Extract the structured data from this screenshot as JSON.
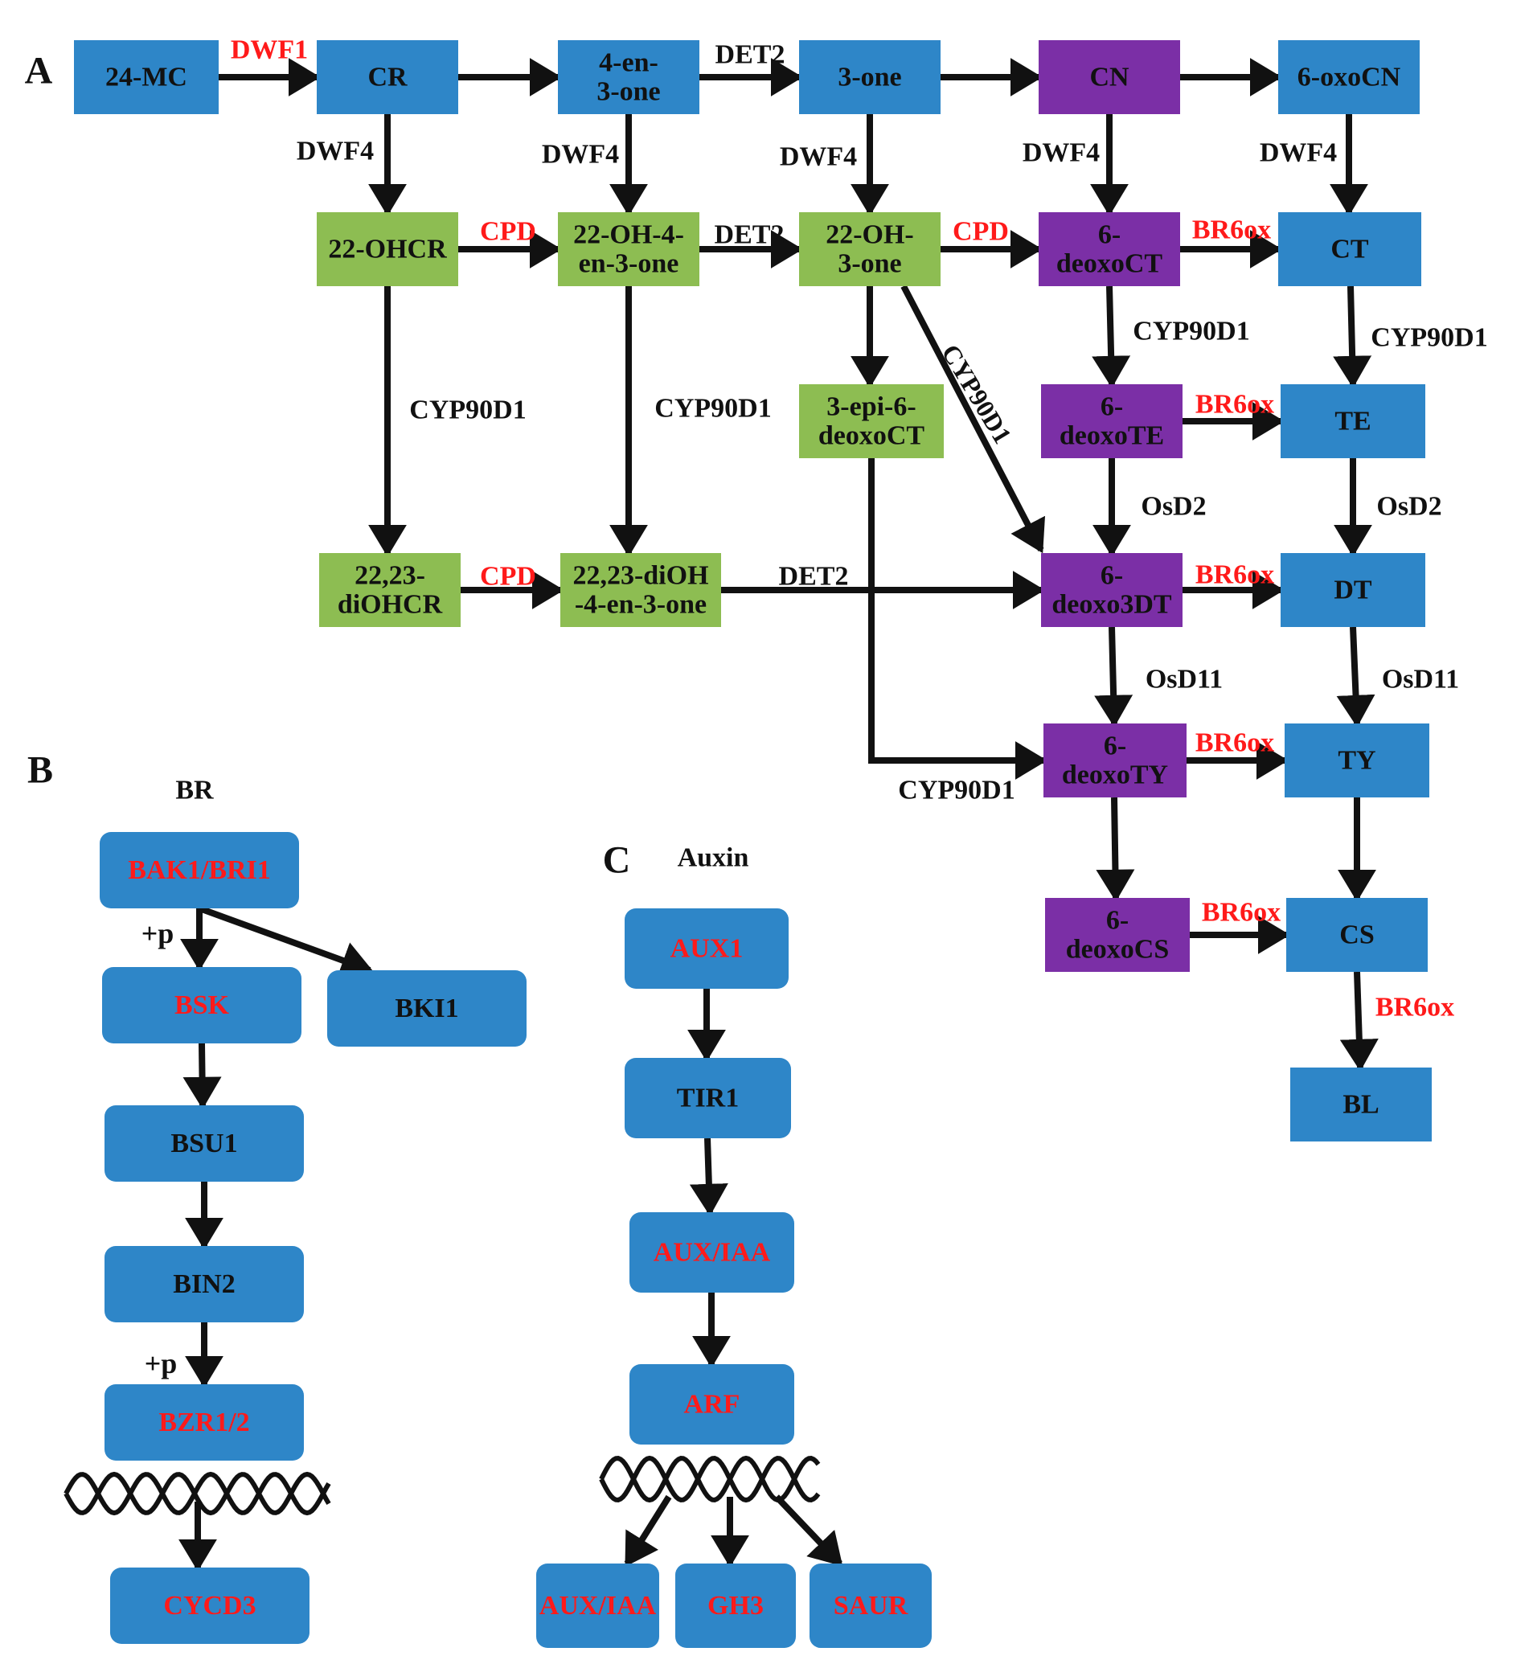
{
  "colors": {
    "blue": "#2e86c8",
    "green": "#8dbd52",
    "purple": "#7b2fa6",
    "black": "#111111",
    "red": "#ff1a1a",
    "white": "#ffffff"
  },
  "panels": {
    "A": {
      "letter": "A"
    },
    "B": {
      "letter": "B",
      "title": "BR"
    },
    "C": {
      "letter": "C",
      "title": "Auxin"
    }
  },
  "nodes": [
    {
      "id": "n24mc",
      "lines": [
        "24-MC"
      ],
      "fill": "blue",
      "text": "black"
    },
    {
      "id": "ncr",
      "lines": [
        "CR"
      ],
      "fill": "blue",
      "text": "black"
    },
    {
      "id": "n4en3one",
      "lines": [
        "4-en-",
        "3-one"
      ],
      "fill": "blue",
      "text": "black"
    },
    {
      "id": "n3one",
      "lines": [
        "3-one"
      ],
      "fill": "blue",
      "text": "black"
    },
    {
      "id": "ncn",
      "lines": [
        "CN"
      ],
      "fill": "purple",
      "text": "black"
    },
    {
      "id": "n6oxocn",
      "lines": [
        "6-oxoCN"
      ],
      "fill": "blue",
      "text": "black"
    },
    {
      "id": "n22ohcr",
      "lines": [
        "22-OHCR"
      ],
      "fill": "green",
      "text": "black"
    },
    {
      "id": "n22oh4en3one",
      "lines": [
        "22-OH-4-",
        "en-3-one"
      ],
      "fill": "green",
      "text": "black"
    },
    {
      "id": "n22oh3one",
      "lines": [
        "22-OH-",
        "3-one"
      ],
      "fill": "green",
      "text": "black"
    },
    {
      "id": "n6deoxoct",
      "lines": [
        "6-",
        "deoxoCT"
      ],
      "fill": "purple",
      "text": "black"
    },
    {
      "id": "nct",
      "lines": [
        "CT"
      ],
      "fill": "blue",
      "text": "black"
    },
    {
      "id": "n3epi",
      "lines": [
        "3-epi-6-",
        "deoxoCT"
      ],
      "fill": "green",
      "text": "black"
    },
    {
      "id": "n6deoxote",
      "lines": [
        "6-",
        "deoxoTE"
      ],
      "fill": "purple",
      "text": "black"
    },
    {
      "id": "nte",
      "lines": [
        "TE"
      ],
      "fill": "blue",
      "text": "black"
    },
    {
      "id": "n2223diohcr",
      "lines": [
        "22,23-",
        "diOHCR"
      ],
      "fill": "green",
      "text": "black"
    },
    {
      "id": "n2223dioh4en",
      "lines": [
        "22,23-diOH",
        "-4-en-3-one"
      ],
      "fill": "green",
      "text": "black"
    },
    {
      "id": "n6deoxo3dt",
      "lines": [
        "6-",
        "deoxo3DT"
      ],
      "fill": "purple",
      "text": "black"
    },
    {
      "id": "ndt",
      "lines": [
        "DT"
      ],
      "fill": "blue",
      "text": "black"
    },
    {
      "id": "n6deoxoty",
      "lines": [
        "6-",
        "deoxoTY"
      ],
      "fill": "purple",
      "text": "black"
    },
    {
      "id": "nty",
      "lines": [
        "TY"
      ],
      "fill": "blue",
      "text": "black"
    },
    {
      "id": "n6deoxocs",
      "lines": [
        "6-",
        "deoxoCS"
      ],
      "fill": "purple",
      "text": "black"
    },
    {
      "id": "ncs",
      "lines": [
        "CS"
      ],
      "fill": "blue",
      "text": "black"
    },
    {
      "id": "nbl",
      "lines": [
        "BL"
      ],
      "fill": "blue",
      "text": "black"
    },
    {
      "id": "bbak1",
      "lines": [
        "BAK1/BRI1"
      ],
      "fill": "blue",
      "text": "red"
    },
    {
      "id": "bbsk",
      "lines": [
        "BSK"
      ],
      "fill": "blue",
      "text": "red"
    },
    {
      "id": "bbki1",
      "lines": [
        "BKI1"
      ],
      "fill": "blue",
      "text": "black"
    },
    {
      "id": "bbsu1",
      "lines": [
        "BSU1"
      ],
      "fill": "blue",
      "text": "black"
    },
    {
      "id": "bbin2",
      "lines": [
        "BIN2"
      ],
      "fill": "blue",
      "text": "black"
    },
    {
      "id": "bbzr12",
      "lines": [
        "BZR1/2"
      ],
      "fill": "blue",
      "text": "red"
    },
    {
      "id": "bcycd3",
      "lines": [
        "CYCD3"
      ],
      "fill": "blue",
      "text": "red"
    },
    {
      "id": "caux1",
      "lines": [
        "AUX1"
      ],
      "fill": "blue",
      "text": "red"
    },
    {
      "id": "ctir1",
      "lines": [
        "TIR1"
      ],
      "fill": "blue",
      "text": "black"
    },
    {
      "id": "cauxiaa",
      "lines": [
        "AUX/IAA"
      ],
      "fill": "blue",
      "text": "red"
    },
    {
      "id": "carf",
      "lines": [
        "ARF"
      ],
      "fill": "blue",
      "text": "red"
    },
    {
      "id": "cauxiaa2",
      "lines": [
        "AUX/IAA"
      ],
      "fill": "blue",
      "text": "red"
    },
    {
      "id": "cgh3",
      "lines": [
        "GH3"
      ],
      "fill": "blue",
      "text": "red"
    },
    {
      "id": "csaur",
      "lines": [
        "SAUR"
      ],
      "fill": "blue",
      "text": "red"
    }
  ],
  "edge_labels": [
    {
      "id": "l_dwf1",
      "text": "DWF1",
      "color": "red"
    },
    {
      "id": "l_det2_a",
      "text": "DET2",
      "color": "black"
    },
    {
      "id": "l_dwf4_1",
      "text": "DWF4",
      "color": "black"
    },
    {
      "id": "l_dwf4_2",
      "text": "DWF4",
      "color": "black"
    },
    {
      "id": "l_dwf4_3",
      "text": "DWF4",
      "color": "black"
    },
    {
      "id": "l_dwf4_4",
      "text": "DWF4",
      "color": "black"
    },
    {
      "id": "l_dwf4_5",
      "text": "DWF4",
      "color": "black"
    },
    {
      "id": "l_cpd_1",
      "text": "CPD",
      "color": "red"
    },
    {
      "id": "l_det2_b",
      "text": "DET2",
      "color": "black"
    },
    {
      "id": "l_cpd_2",
      "text": "CPD",
      "color": "red"
    },
    {
      "id": "l_br6ox_1",
      "text": "BR6ox",
      "color": "red"
    },
    {
      "id": "l_cyp_1",
      "text": "CYP90D1",
      "color": "black"
    },
    {
      "id": "l_cyp_2",
      "text": "CYP90D1",
      "color": "black"
    },
    {
      "id": "l_cyp_3",
      "text": "CYP90D1",
      "color": "black"
    },
    {
      "id": "l_cyp_4",
      "text": "CYP90D1",
      "color": "black"
    },
    {
      "id": "l_cyp_diag",
      "text": "CYP90D1",
      "color": "black"
    },
    {
      "id": "l_br6ox_2",
      "text": "BR6ox",
      "color": "red"
    },
    {
      "id": "l_osd2_1",
      "text": "OsD2",
      "color": "black"
    },
    {
      "id": "l_osd2_2",
      "text": "OsD2",
      "color": "black"
    },
    {
      "id": "l_cpd_3",
      "text": "CPD",
      "color": "red"
    },
    {
      "id": "l_det2_c",
      "text": "DET2",
      "color": "black"
    },
    {
      "id": "l_br6ox_3",
      "text": "BR6ox",
      "color": "red"
    },
    {
      "id": "l_osd11_1",
      "text": "OsD11",
      "color": "black"
    },
    {
      "id": "l_osd11_2",
      "text": "OsD11",
      "color": "black"
    },
    {
      "id": "l_br6ox_4",
      "text": "BR6ox",
      "color": "red"
    },
    {
      "id": "l_cyp_5",
      "text": "CYP90D1",
      "color": "black"
    },
    {
      "id": "l_br6ox_5",
      "text": "BR6ox",
      "color": "red"
    },
    {
      "id": "l_br6ox_6",
      "text": "BR6ox",
      "color": "red"
    },
    {
      "id": "l_p_1",
      "text": "+p",
      "color": "black"
    },
    {
      "id": "l_p_2",
      "text": "+p",
      "color": "black"
    }
  ]
}
